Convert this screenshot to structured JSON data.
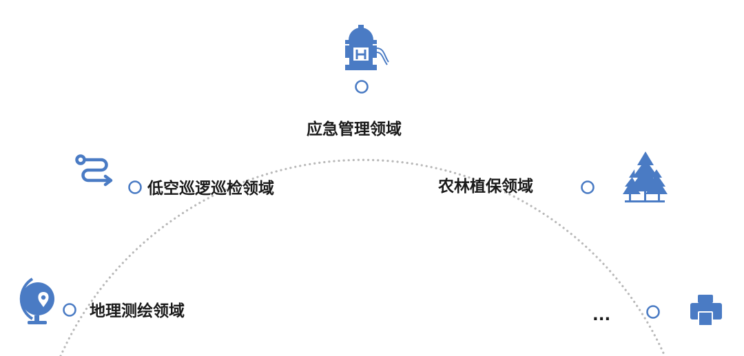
{
  "colors": {
    "accent": "#4a7bc4",
    "arc": "#b9b9b9",
    "text": "#1a1a1a"
  },
  "nodes": [
    {
      "label": "应急管理领域",
      "icon": "fire-hydrant-icon"
    },
    {
      "label": "低空巡逻巡检领域",
      "icon": "route-icon"
    },
    {
      "label": "农林植保领域",
      "icon": "forest-icon"
    },
    {
      "label": "地理测绘领域",
      "icon": "globe-location-icon"
    },
    {
      "label": "...",
      "icon": "printer-icon"
    }
  ]
}
